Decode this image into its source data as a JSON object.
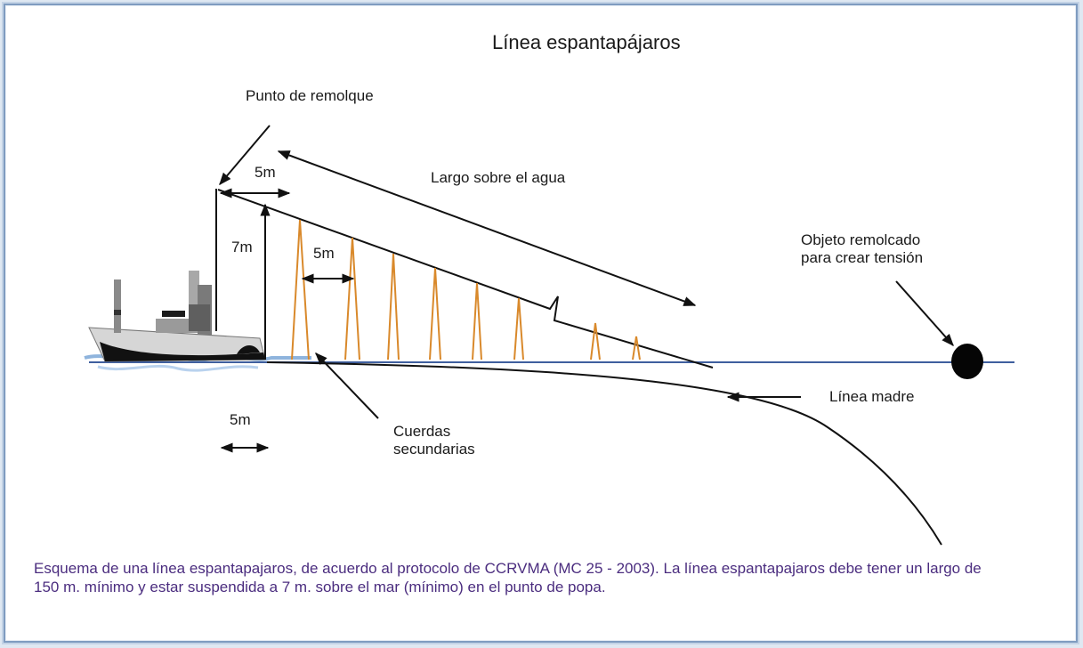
{
  "title": "Línea espantapájaros",
  "labels": {
    "tow_point": "Punto de remolque",
    "dist_top": "5m",
    "length_over_water": "Largo sobre el agua",
    "height": "7m",
    "dist_mid": "5m",
    "towed_object_line1": "Objeto remolcado",
    "towed_object_line2": "para crear tensión",
    "main_line": "Línea madre",
    "dist_bottom": "5m",
    "branch_lines_line1": "Cuerdas",
    "branch_lines_line2": "secundarias"
  },
  "caption": {
    "line1": "Esquema de una línea espantapajaros, de acuerdo al protocolo de CCRVMA (MC 25 - 2003). La línea espantapajaros debe tener un largo de",
    "line2": "150 m. mínimo y estar suspendida a 7 m. sobre el mar (mínimo) en el punto de popa."
  },
  "colors": {
    "water_line": "#3f5f9e",
    "streamer": "#d9892b",
    "caption": "#4b2d7f",
    "frame": "#7f9cc0"
  }
}
